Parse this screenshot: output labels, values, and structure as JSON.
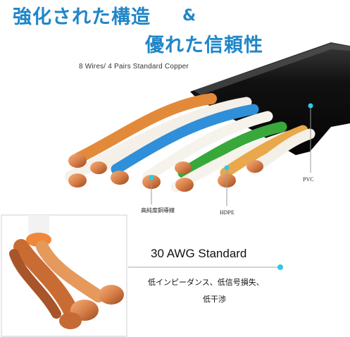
{
  "header": {
    "line1": "強化された構造",
    "amp": "&",
    "line2": "優れた信頼性"
  },
  "subtitle": "8 Wires/ 4 Pairs Standard Copper",
  "labels": {
    "pvc": "PVC",
    "hdpe": "HDPE",
    "conductor": "高純度銅導線"
  },
  "inset": {
    "spec": "30 AWG Standard",
    "feature_line1": "低インピーダンス、低信号損失、",
    "feature_line2": "低干渉"
  },
  "colors": {
    "accent": "#1f86c8",
    "cyan_dot": "#2ec9e8",
    "jacket": "#111111",
    "copper": "#d9804a"
  }
}
